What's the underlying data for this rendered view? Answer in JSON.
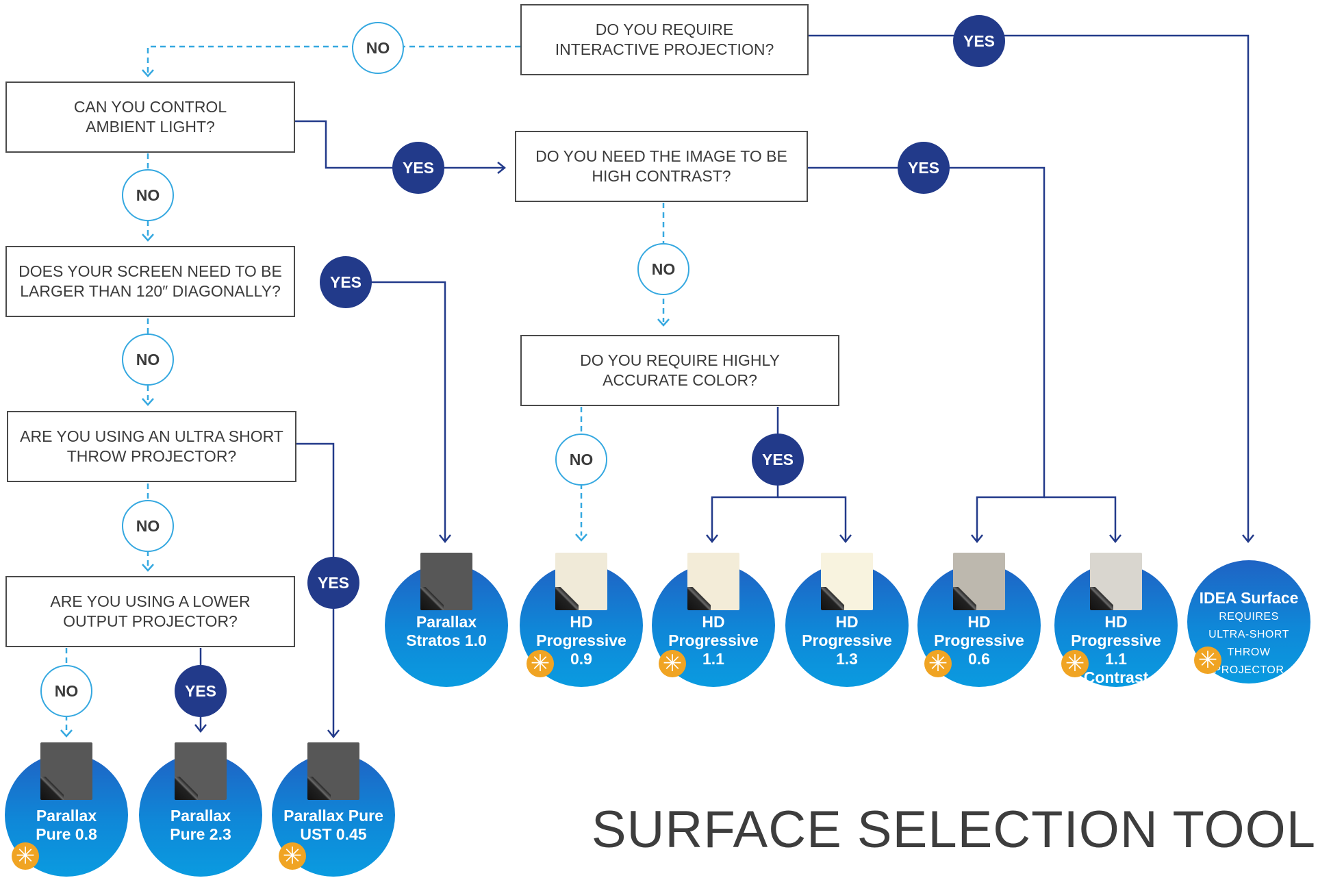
{
  "questions": {
    "interactive": [
      "DO YOU REQUIRE",
      "INTERACTIVE PROJECTION?"
    ],
    "ambient": [
      "CAN YOU CONTROL",
      "AMBIENT LIGHT?"
    ],
    "high_contrast": [
      "DO YOU NEED THE IMAGE TO BE",
      "HIGH CONTRAST?"
    ],
    "larger": [
      "DOES YOUR SCREEN NEED TO BE",
      "LARGER THAN 120″ DIAGONALLY?"
    ],
    "accurate_color": [
      "DO YOU REQUIRE HIGHLY",
      "ACCURATE COLOR?"
    ],
    "ust": [
      "ARE YOU USING AN ULTRA SHORT",
      "THROW PROJECTOR?"
    ],
    "lower_output": [
      "ARE YOU USING A LOWER",
      "OUTPUT PROJECTOR?"
    ]
  },
  "labels": {
    "yes": "YES",
    "no": "NO"
  },
  "products": {
    "stratos": [
      "Parallax",
      "Stratos 1.0"
    ],
    "hd09": [
      "HD",
      "Progressive",
      "0.9"
    ],
    "hd11": [
      "HD",
      "Progressive",
      "1.1"
    ],
    "hd13": [
      "HD",
      "Progressive",
      "1.3"
    ],
    "hd06": [
      "HD",
      "Progressive",
      "0.6"
    ],
    "hd11c": [
      "HD",
      "Progressive 1.1",
      "Contrast"
    ],
    "idea": {
      "title": "IDEA Surface",
      "sub": [
        "REQUIRES",
        "ULTRA-SHORT THROW",
        "PROJECTOR"
      ]
    },
    "pure08": [
      "Parallax",
      "Pure 0.8"
    ],
    "pure23": [
      "Parallax",
      "Pure 2.3"
    ],
    "pure_ust": [
      "Parallax Pure",
      "UST 0.45"
    ]
  },
  "colors": {
    "yes_badge": "#223a8a",
    "no_border": "#35a8e0",
    "product_circle": "#0f88d8",
    "star": "#f0a423",
    "swatch_dark": "#575757",
    "swatch_mid": "#5b5b5b",
    "swatch_cream": "#f0ead8",
    "swatch_ivory": "#f3ecd8",
    "swatch_light": "#f8f3df",
    "swatch_gray": "#bdb8ae",
    "swatch_lightgray": "#d9d6cf"
  },
  "page_title": "SURFACE SELECTION TOOL"
}
